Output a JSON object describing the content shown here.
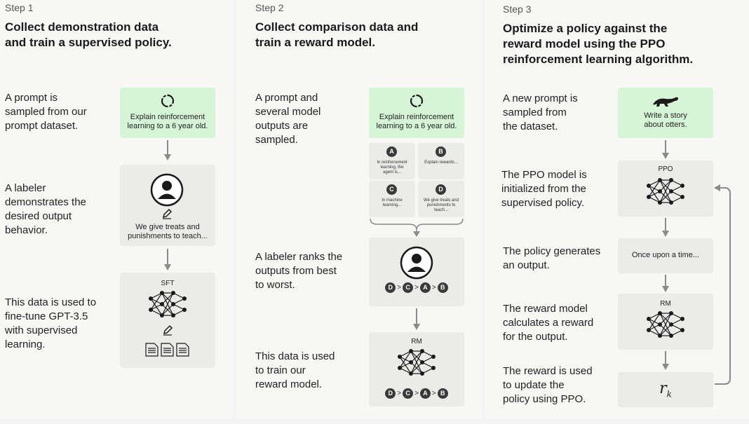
{
  "step1": {
    "label": "Step 1",
    "title_line1": "Collect demonstration data",
    "title_line2": "and train a supervised policy.",
    "desc1": [
      "A prompt is",
      "sampled from our",
      "prompt dataset."
    ],
    "desc2": [
      "A labeler",
      "demonstrates the",
      "desired output",
      "behavior."
    ],
    "desc3": [
      "This data is used to",
      "fine-tune GPT-3.5",
      "with supervised",
      "learning."
    ],
    "prompt_box": [
      "Explain reinforcement",
      "learning to a 6 year old."
    ],
    "demo_box": [
      "We give treats and",
      "punishments to teach..."
    ],
    "sft_label": "SFT"
  },
  "step2": {
    "label": "Step 2",
    "title_line1": "Collect comparison data and",
    "title_line2": "train a reward model.",
    "desc1": [
      "A prompt and",
      "several model",
      "outputs are",
      "sampled."
    ],
    "desc2": [
      "A labeler ranks the",
      "outputs from best",
      "to worst."
    ],
    "desc3": [
      "This data is used",
      "to train our",
      "reward model."
    ],
    "prompt_box": [
      "Explain reinforcement",
      "learning to a 6 year old."
    ],
    "cards": [
      {
        "letter": "A",
        "text": [
          "In reinforcement",
          "learning, the",
          "agent is..."
        ]
      },
      {
        "letter": "B",
        "text": [
          "Explain rewards..."
        ]
      },
      {
        "letter": "C",
        "text": [
          "In machine",
          "learning..."
        ]
      },
      {
        "letter": "D",
        "text": [
          "We give treats and",
          "punishments to",
          "teach..."
        ]
      }
    ],
    "ranking": [
      "D",
      "C",
      "A",
      "B"
    ],
    "ranking_sep": ">",
    "rm_label": "RM"
  },
  "step3": {
    "label": "Step 3",
    "title_line1": "Optimize a policy against the",
    "title_line2": "reward model using the PPO",
    "title_line3": "reinforcement learning algorithm.",
    "desc1": [
      "A new prompt is",
      "sampled from",
      "the dataset."
    ],
    "desc2": [
      "The PPO model is",
      "initialized from the",
      "supervised policy."
    ],
    "desc3": [
      "The policy generates",
      "an output."
    ],
    "desc4": [
      "The reward model",
      "calculates a reward",
      "for the output."
    ],
    "desc5": [
      "The reward is used",
      "to update the",
      "policy using PPO."
    ],
    "prompt_box": [
      "Write a story",
      "about otters."
    ],
    "ppo_label": "PPO",
    "output_box": "Once upon a time...",
    "rm_label": "RM",
    "reward_symbol": "r",
    "reward_sub": "k"
  },
  "colors": {
    "green_box": "#d6f5d7",
    "gray_box": "#ebebea",
    "panel": "#f7f7f6",
    "arrow": "#8a8a8a"
  },
  "icons": [
    "recycle-icon",
    "person-icon",
    "pencil-icon",
    "network-icon",
    "document-icon",
    "otter-icon",
    "loop-arrow-icon"
  ]
}
